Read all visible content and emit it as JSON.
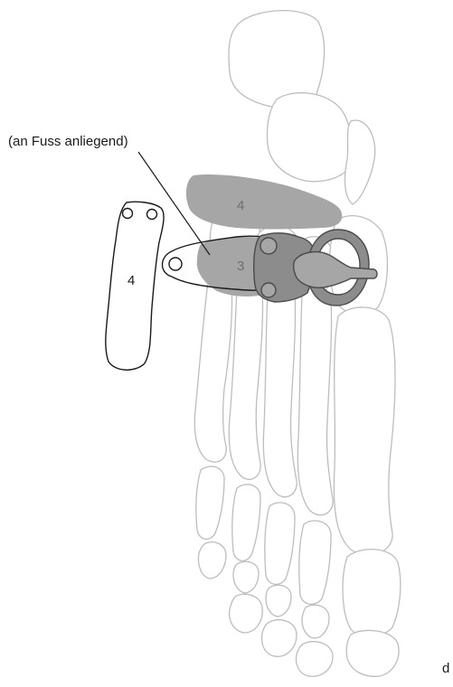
{
  "annotation": {
    "text": "(an Fuss anliegend)"
  },
  "labels": {
    "gray_top": "4",
    "gray_mid": "3",
    "outline_piece": "4",
    "panel_letter": "d"
  },
  "colors": {
    "bone_line": "#bdbdbd",
    "gray_fill": "#a6a6a6",
    "dark_fill": "#8c8c8c",
    "dark_stroke": "#4a4a4a",
    "ink": "#1a1a1a",
    "gray_label": "#6e6e6e"
  }
}
